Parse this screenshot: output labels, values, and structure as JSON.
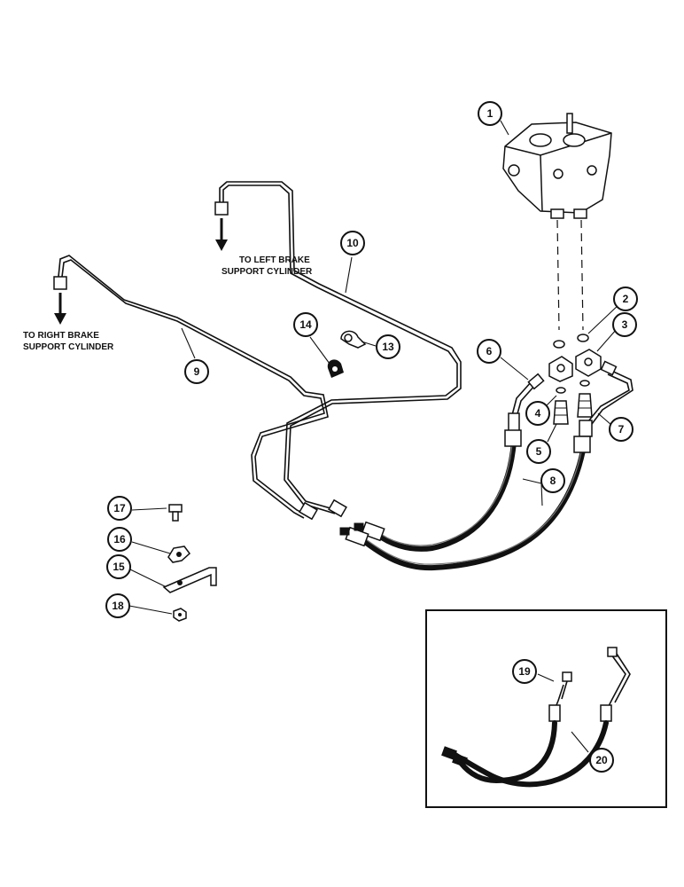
{
  "notes": {
    "left_brake_line1": "TO LEFT BRAKE",
    "left_brake_line2": "SUPPORT CYLINDER",
    "right_brake_line1": "TO RIGHT BRAKE",
    "right_brake_line2": "SUPPORT CYLINDER"
  },
  "callouts": {
    "c1": "1",
    "c2": "2",
    "c3": "3",
    "c4": "4",
    "c5": "5",
    "c6": "6",
    "c7": "7",
    "c8": "8",
    "c9": "9",
    "c10": "10",
    "c13": "13",
    "c14": "14",
    "c15": "15",
    "c16": "16",
    "c17": "17",
    "c18": "18",
    "c19": "19",
    "c20": "20"
  }
}
